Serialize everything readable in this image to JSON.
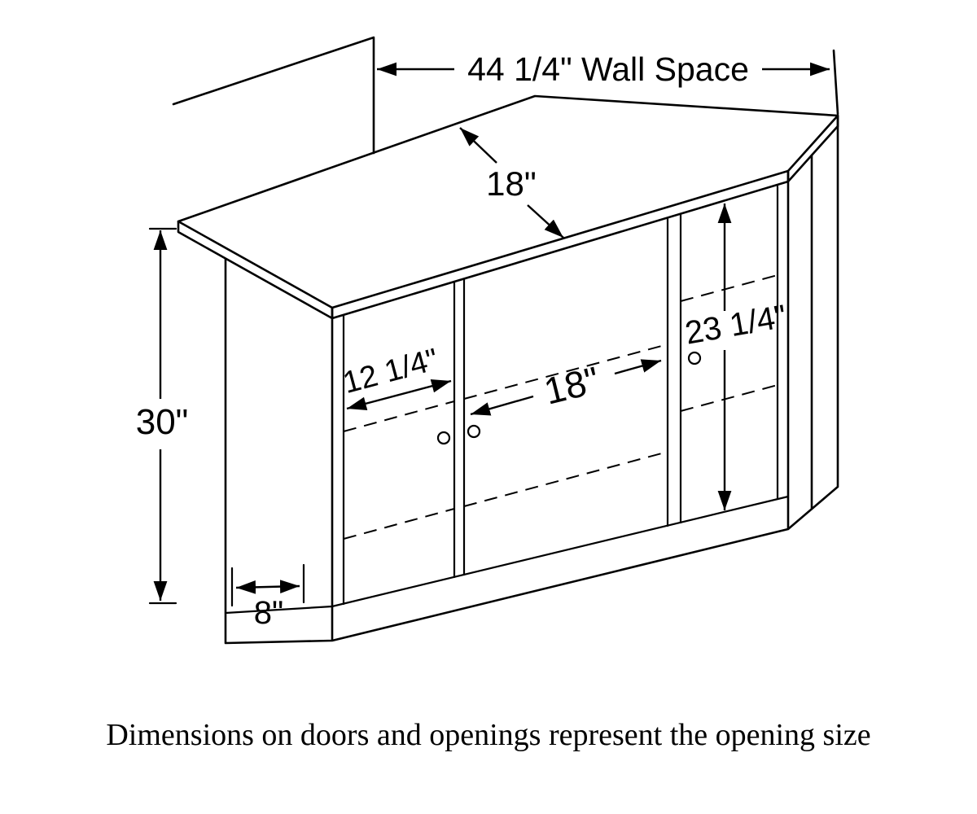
{
  "page": {
    "background": "#ffffff",
    "line_color": "#000000"
  },
  "caption": "Dimensions on doors and openings represent the opening size",
  "labels": {
    "wall_space": "44 1/4\" Wall Space",
    "top_depth": "18\"",
    "left_opening_width": "12 1/4\"",
    "center_opening_width": "18\"",
    "right_opening_height": "23 1/4\"",
    "overall_height": "30\"",
    "side_width": "8\""
  }
}
